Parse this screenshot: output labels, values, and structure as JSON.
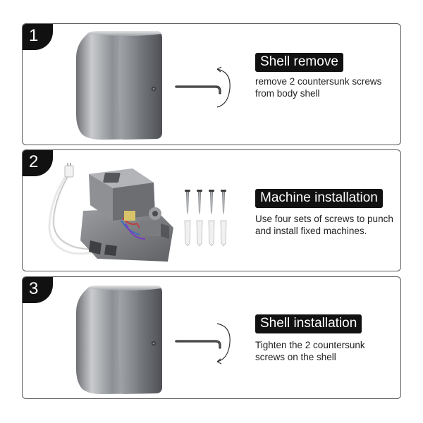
{
  "steps": [
    {
      "number": "1",
      "title": "Shell remove",
      "description": "remove 2 countersunk screws from body shell"
    },
    {
      "number": "2",
      "title": "Machine installation",
      "description": "Use four sets of screws to punch and install fixed machines."
    },
    {
      "number": "3",
      "title": "Shell installation",
      "description": "Tighten the 2 countersunk screws on the shell"
    }
  ],
  "icons": {
    "shell": "dryer-shell-icon",
    "wrench": "allen-wrench-icon",
    "rotate": "rotate-arrow-icon",
    "machine": "dryer-machine-icon",
    "screws": "screw-and-anchor-icon"
  }
}
